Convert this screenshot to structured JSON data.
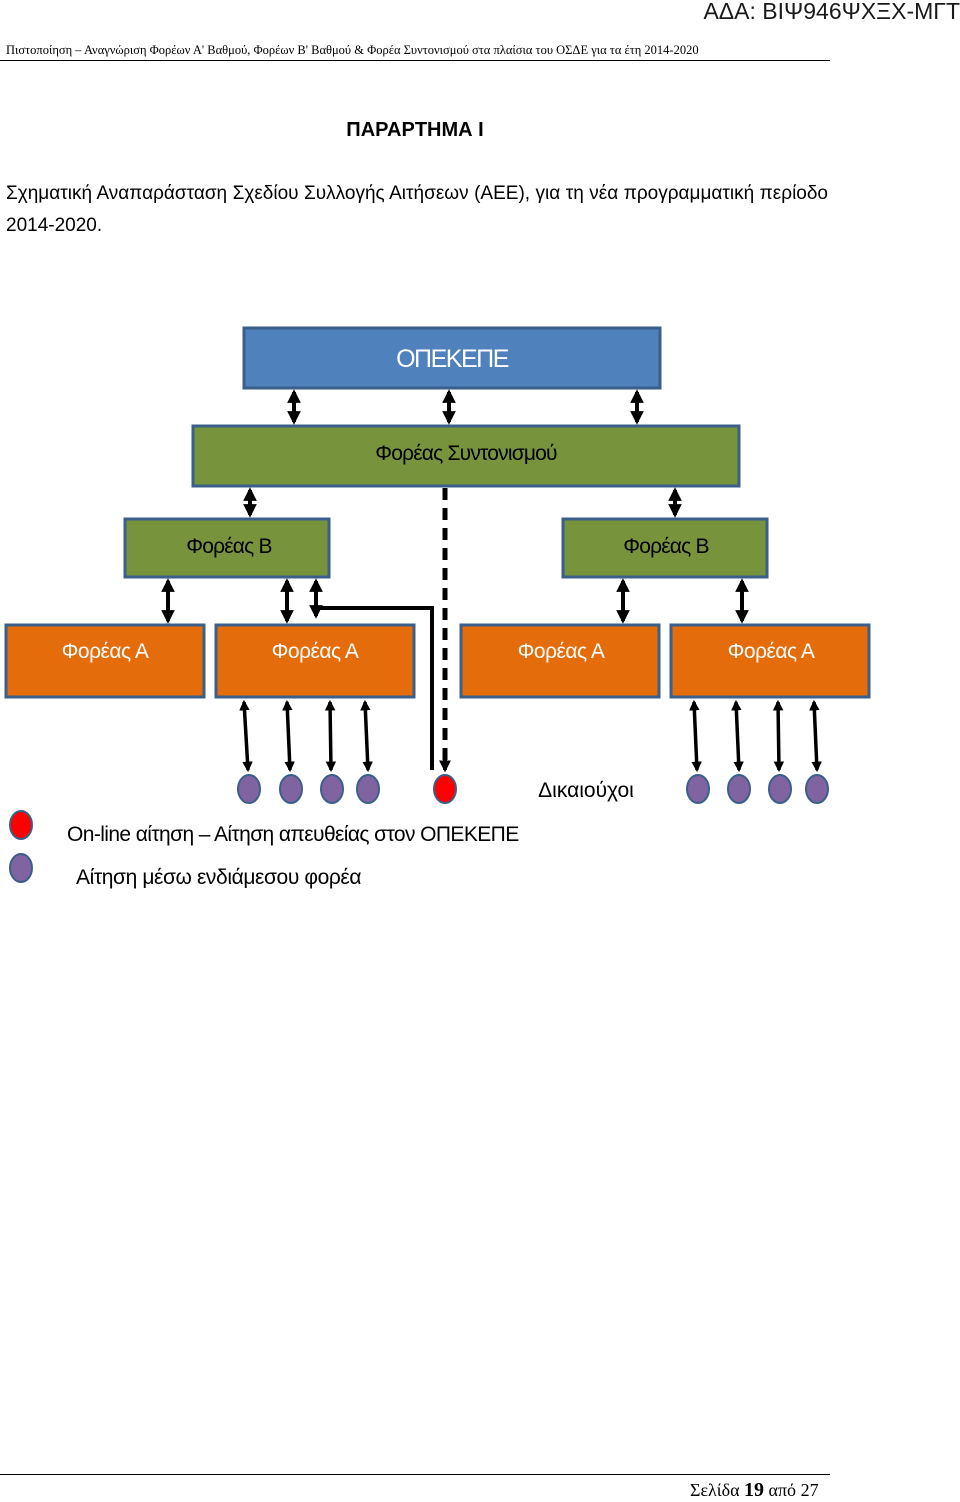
{
  "ada": "ΑΔΑ: ΒΙΨ946ΨΧΞΧ-ΜΓΤ",
  "header": "Πιστοποίηση – Αναγνώριση Φορέων Α' Βαθμού, Φορέων Β' Βαθμού & Φορέα Συντονισμού στα πλαίσια του ΟΣΔΕ για τα έτη 2014-2020",
  "title": "ΠΑΡΑΡΤΗΜΑ Ι",
  "intro": "Σχηματική Αναπαράσταση Σχεδίου Συλλογής Αιτήσεων (ΑΕΕ), για τη νέα προγραμματική περίοδο 2014-2020.",
  "diagram": {
    "top": "ΟΠΕΚΕΠΕ",
    "coordinator": "Φορέας Συντονισμού",
    "level_b": [
      "Φορέας Β",
      "Φορέας Β"
    ],
    "level_a": [
      "Φορέας Α",
      "Φορέας Α",
      "Φορέας Α",
      "Φορέας Α"
    ],
    "beneficiaries_label": "Δικαιούχοι",
    "legend": [
      {
        "color": "#ff0000",
        "label": "On-line αίτηση – Αίτηση απευθείας στον ΟΠΕΚΕΠΕ"
      },
      {
        "color": "#8064a2",
        "label": "Αίτηση μέσω ενδιάμεσου φορέα"
      }
    ],
    "colors": {
      "top": "#4f81bd",
      "coordinator": "#77933c",
      "level_b": "#77933c",
      "level_a": "#e46c0a",
      "border": "#3a5f8a",
      "purple": "#8064a2",
      "red": "#ff0000"
    }
  },
  "footer": {
    "prefix": "Σελίδα",
    "page": "19",
    "of": "από",
    "total": "27"
  }
}
